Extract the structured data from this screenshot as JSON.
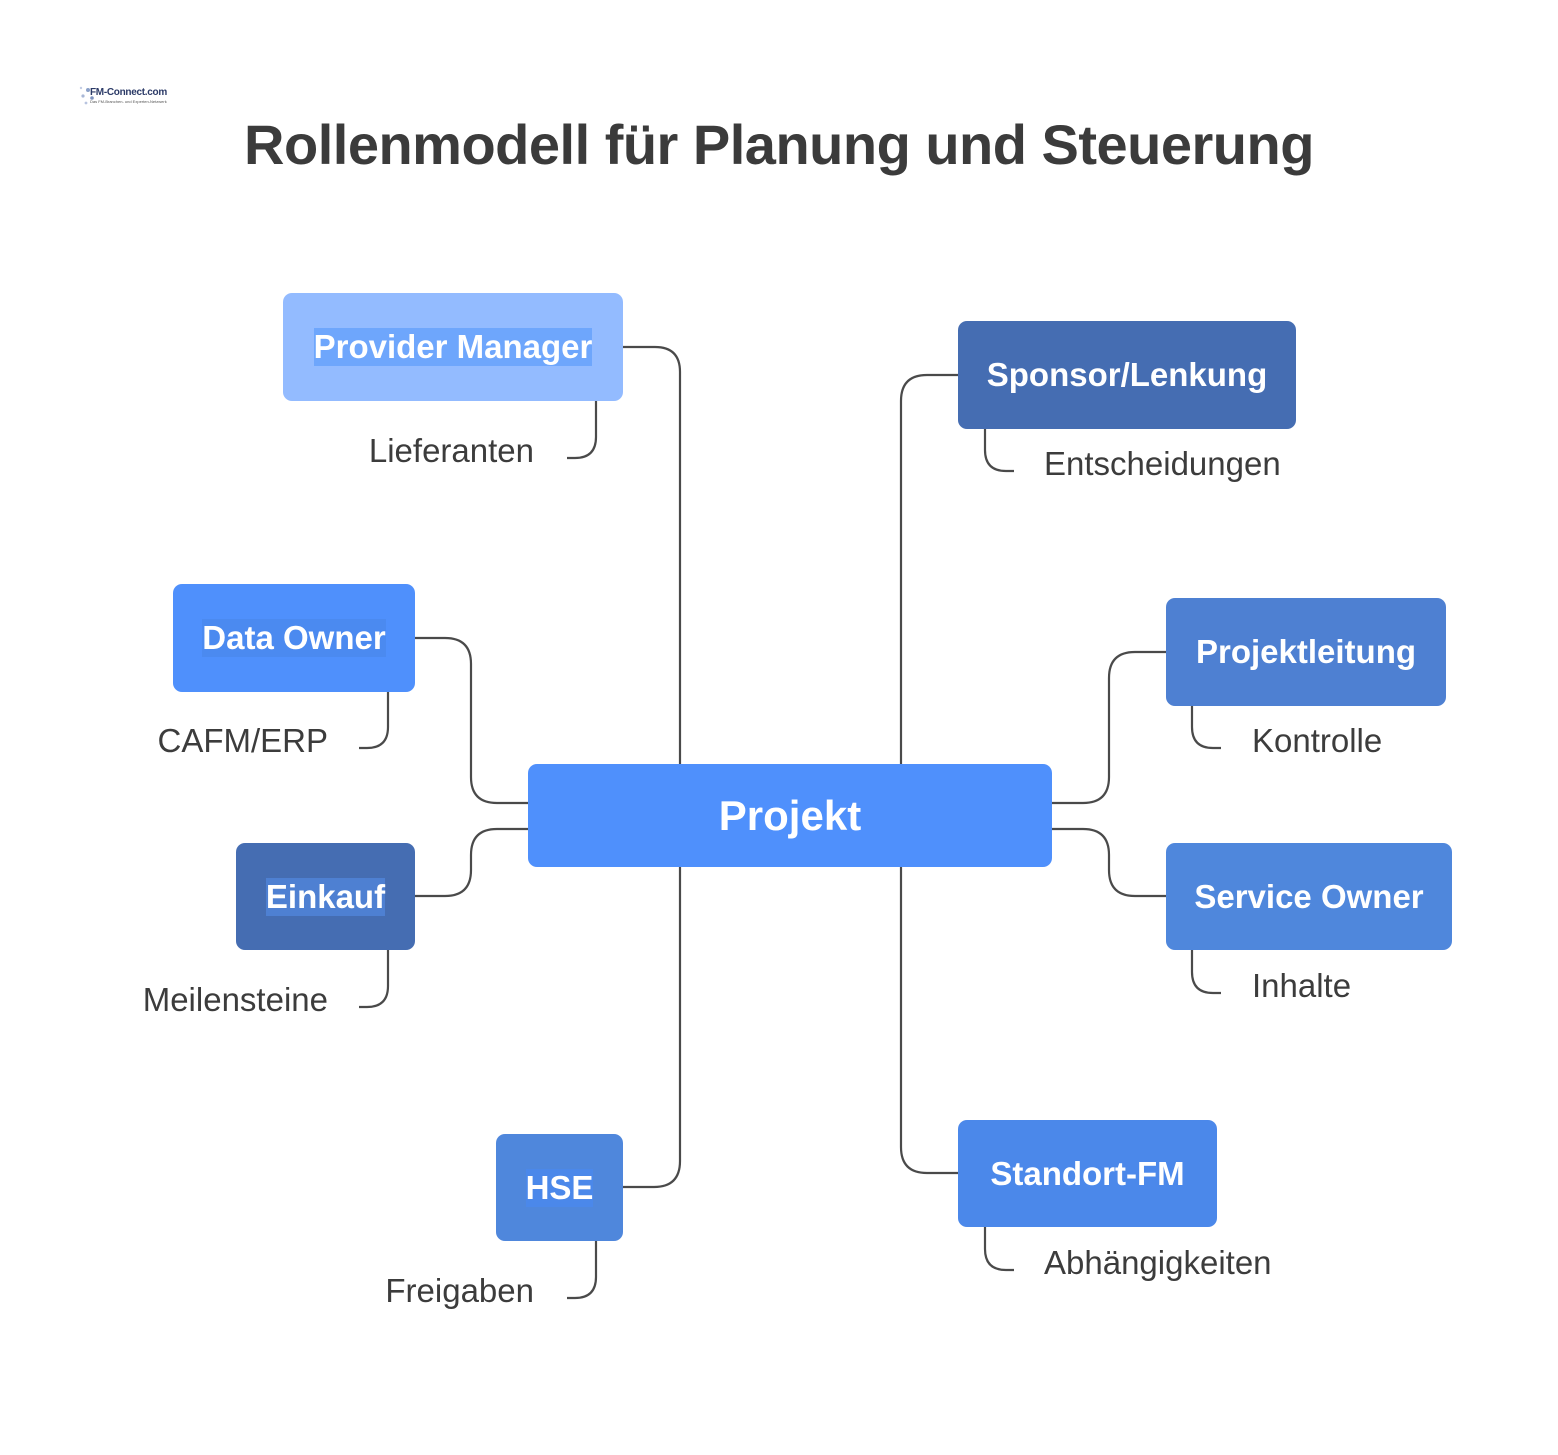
{
  "title": "Rollenmodell für Planung und Steuerung",
  "logo": {
    "text": "FM-Connect.com",
    "tagline": "Das FM-Branchen- und Experten-Netzwerk"
  },
  "center": {
    "label": "Projekt",
    "color": "#4f90fc"
  },
  "roles": [
    {
      "label": "Provider Manager",
      "sublabel": "Lieferanten",
      "color": "#93bbff"
    },
    {
      "label": "Data Owner",
      "sublabel": "CAFM/ERP",
      "color": "#6ea6fc"
    },
    {
      "label": "Einkauf",
      "sublabel": "Meilensteine",
      "color": "#4f90fc"
    },
    {
      "label": "HSE",
      "sublabel": "Freigaben",
      "color": "#4b8af0"
    },
    {
      "label": "Sponsor/Lenkung",
      "sublabel": "Entscheidungen",
      "color": "#456db2"
    },
    {
      "label": "Projektleitung",
      "sublabel": "Kontrolle",
      "color": "#4e80d2"
    },
    {
      "label": "Service Owner",
      "sublabel": "Inhalte",
      "color": "#4f87dc"
    },
    {
      "label": "Standort-FM",
      "sublabel": "Abhängigkeiten",
      "color": "#4b88ea"
    }
  ]
}
